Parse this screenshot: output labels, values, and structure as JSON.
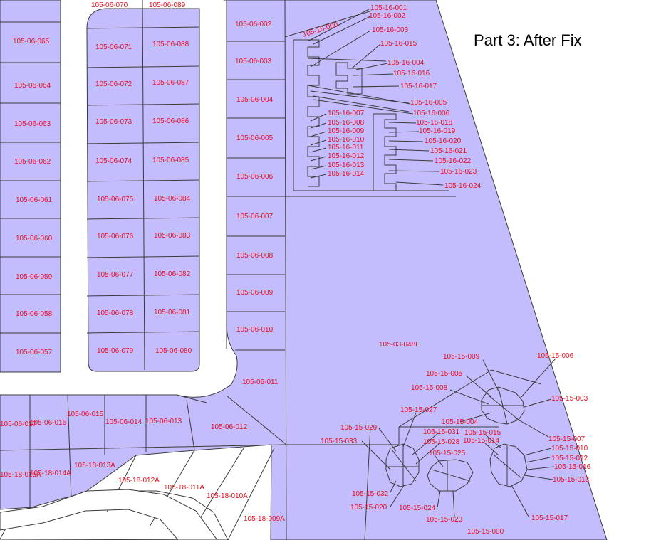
{
  "title": "Part 3: After Fix",
  "colors": {
    "parcel_fill": "#c4bdfd",
    "road": "#ffffff",
    "line": "#3a3a3a",
    "label": "#e8101e"
  },
  "parcels": [
    "105-06-070",
    "105-06-089",
    "105-06-065",
    "105-06-071",
    "105-06-088",
    "105-06-064",
    "105-06-072",
    "105-06-087",
    "105-06-063",
    "105-06-073",
    "105-06-086",
    "105-06-062",
    "105-06-074",
    "105-06-085",
    "105-06-061",
    "105-06-075",
    "105-06-084",
    "105-06-060",
    "105-06-076",
    "105-06-083",
    "105-06-059",
    "105-06-077",
    "105-06-082",
    "105-06-058",
    "105-06-078",
    "105-06-081",
    "105-06-057",
    "105-06-079",
    "105-06-080",
    "105-06-002",
    "105-06-003",
    "105-06-004",
    "105-06-005",
    "105-06-006",
    "105-06-007",
    "105-06-008",
    "105-06-009",
    "105-06-010",
    "105-06-011",
    "105-06-012",
    "105-06-017",
    "105-06-016",
    "105-06-015",
    "105-06-014",
    "105-06-013",
    "105-18-015A",
    "105-18-014A",
    "105-18-013A",
    "105-18-012A",
    "105-18-011A",
    "105-18-010A",
    "105-18-009A",
    "105-16-000",
    "105-16-001",
    "105-16-002",
    "105-16-003",
    "105-16-015",
    "105-16-004",
    "105-16-016",
    "105-16-017",
    "105-16-005",
    "105-16-006",
    "105-16-007",
    "105-16-008",
    "105-16-009",
    "105-16-010",
    "105-16-011",
    "105-16-012",
    "105-16-013",
    "105-16-014",
    "105-16-018",
    "105-16-019",
    "105-16-020",
    "105-16-021",
    "105-16-022",
    "105-16-023",
    "105-16-024",
    "105-03-048E",
    "105-15-009",
    "105-15-006",
    "105-15-005",
    "105-15-008",
    "105-15-003",
    "105-15-027",
    "105-15-004",
    "105-15-007",
    "105-15-029",
    "105-15-031",
    "105-15-015",
    "105-15-033",
    "105-15-028",
    "105-15-014",
    "105-15-010",
    "105-15-025",
    "105-15-012",
    "105-15-016",
    "105-15-013",
    "105-15-032",
    "105-15-020",
    "105-15-024",
    "105-15-023",
    "105-15-017",
    "105-15-000"
  ]
}
